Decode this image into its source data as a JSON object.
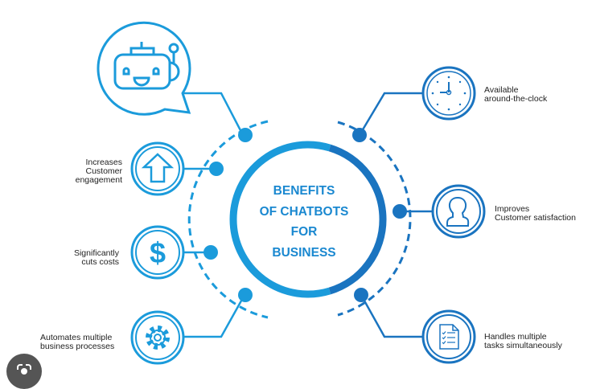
{
  "title": {
    "lines": [
      "BENEFITS",
      "OF CHATBOTS",
      "FOR",
      "BUSINESS"
    ]
  },
  "benefits_left": [
    {
      "icon": "arrow-up-icon",
      "lines": [
        "Increases",
        "Customer",
        "engagement"
      ]
    },
    {
      "icon": "dollar-icon",
      "lines": [
        "Significantly",
        "cuts costs"
      ]
    },
    {
      "icon": "gear-icon",
      "lines": [
        "Automates multiple",
        "business processes"
      ]
    }
  ],
  "benefits_right": [
    {
      "icon": "clock-icon",
      "lines": [
        "Available",
        "around-the-clock"
      ]
    },
    {
      "icon": "user-icon",
      "lines": [
        "Improves",
        "Customer satisfaction"
      ]
    },
    {
      "icon": "document-checklist-icon",
      "lines": [
        "Handles multiple",
        "tasks simultaneously"
      ]
    }
  ],
  "colors": {
    "light_blue": "#1b9bdb",
    "dark_blue": "#1a74c0",
    "text": "#222222"
  }
}
